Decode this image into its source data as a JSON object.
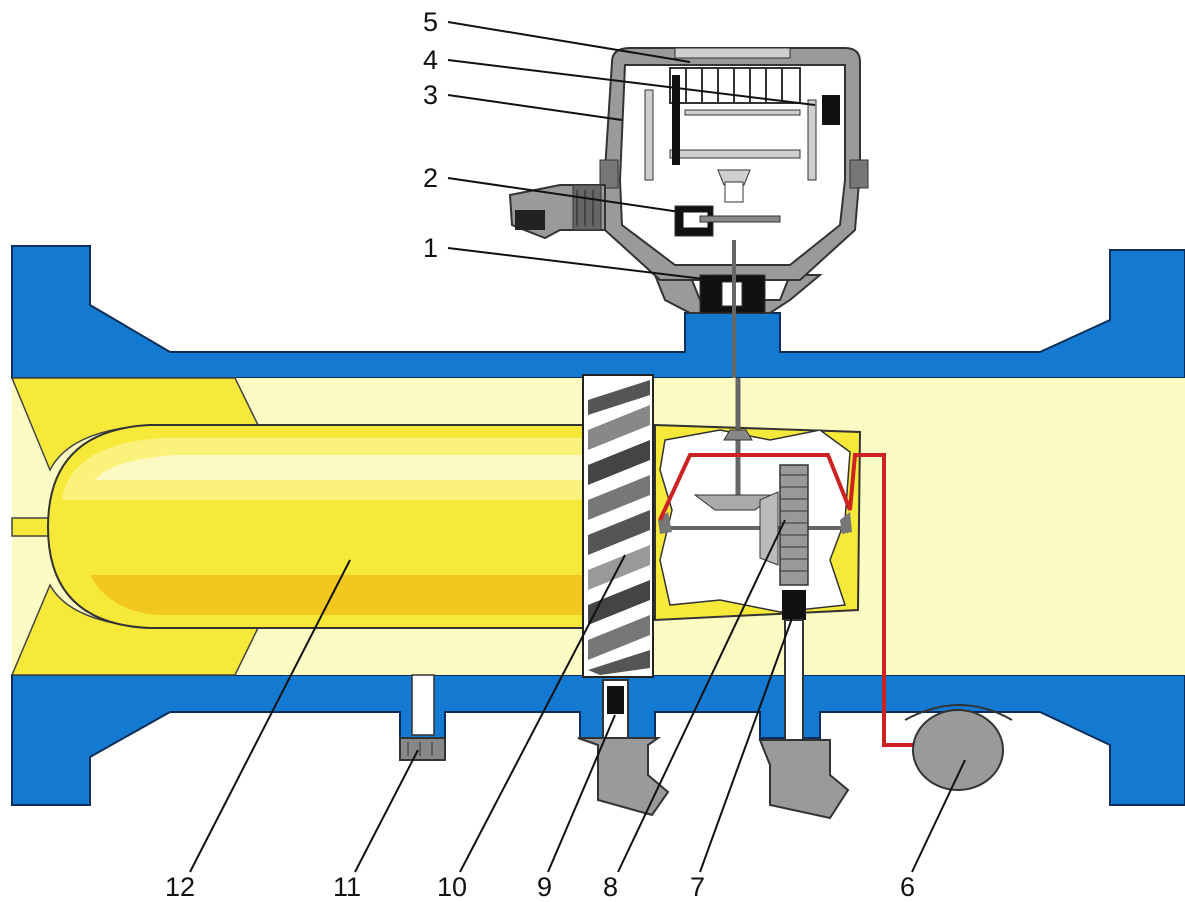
{
  "colors": {
    "pipe_wall": "#1479d1",
    "pipe_outline": "#0a2e57",
    "flow_body": "#f6e93a",
    "flow_light": "#fdfbc4",
    "housing_grey": "#9a9a9a",
    "mechanism": "#555555",
    "signal_wire": "#cc2222",
    "white": "#ffffff"
  },
  "callouts": [
    {
      "id": "c1",
      "label": "1"
    },
    {
      "id": "c2",
      "label": "2"
    },
    {
      "id": "c3",
      "label": "3"
    },
    {
      "id": "c4",
      "label": "4"
    },
    {
      "id": "c5",
      "label": "5"
    },
    {
      "id": "c6",
      "label": "6"
    },
    {
      "id": "c7",
      "label": "7"
    },
    {
      "id": "c8",
      "label": "8"
    },
    {
      "id": "c9",
      "label": "9"
    },
    {
      "id": "c10",
      "label": "10"
    },
    {
      "id": "c11",
      "label": "11"
    },
    {
      "id": "c12",
      "label": "12"
    }
  ]
}
